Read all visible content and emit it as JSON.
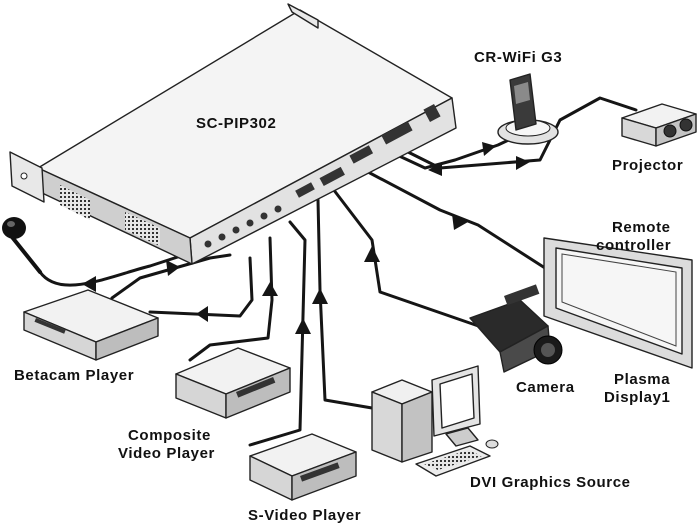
{
  "devices": {
    "main_unit": "SC-PIP302",
    "wifi_controller": "CR-WiFi  G3",
    "projector": "Projector",
    "remote_controller_line1": "Remote",
    "remote_controller_line2": "controller",
    "plasma_display_line1": "Plasma",
    "plasma_display_line2": "Display1",
    "camera": "Camera",
    "betacam_player": "Betacam  Player",
    "composite_player_line1": "Composite",
    "composite_player_line2": "Video  Player",
    "svideo_player": "S-Video  Player",
    "dvi_source": "DVI  Graphics  Source"
  },
  "colors": {
    "line": "#151515",
    "device_fill": "#f2f2f2",
    "device_shade": "#d4d4d4",
    "background": "#ffffff"
  }
}
